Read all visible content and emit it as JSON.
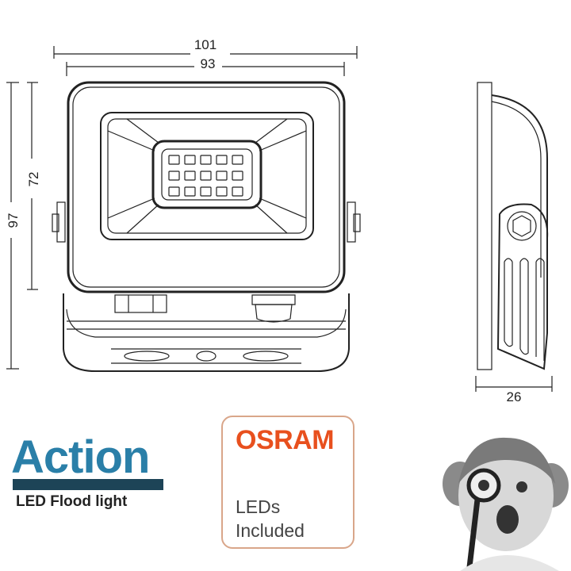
{
  "dimensions": {
    "overall_width": "101",
    "front_width": "93",
    "overall_height": "97",
    "front_height": "72",
    "depth": "26"
  },
  "brand": {
    "name": "Action",
    "subtitle": "LED Flood light",
    "color": "#2a7fa8",
    "bar_color": "#1d4457"
  },
  "osram_badge": {
    "logo": "OSRAM",
    "line1": "LEDs",
    "line2": "Included",
    "logo_color": "#e8501e",
    "border_color": "#d9a68a"
  },
  "led_grid": {
    "rows": 3,
    "cols": 5
  }
}
